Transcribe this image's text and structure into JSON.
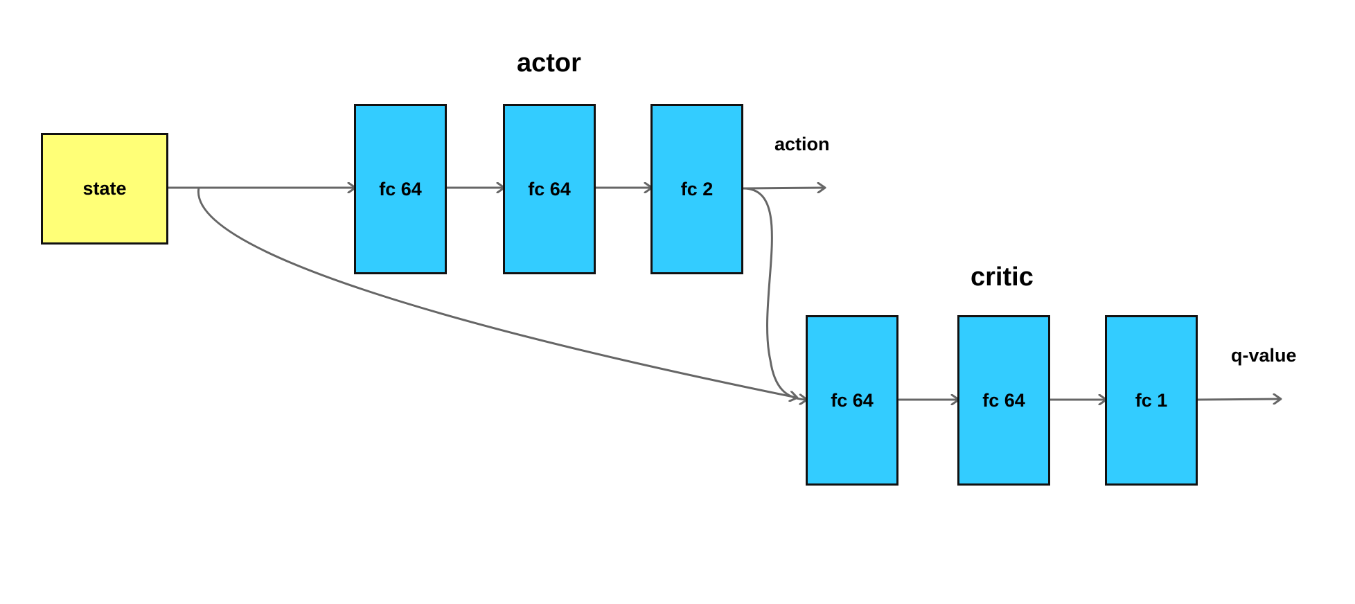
{
  "input": {
    "label": "state",
    "color": "#ffff77"
  },
  "actor": {
    "title": "actor",
    "layers": [
      "fc 64",
      "fc 64",
      "fc 2"
    ],
    "output_label": "action"
  },
  "critic": {
    "title": "critic",
    "layers": [
      "fc 64",
      "fc 64",
      "fc 1"
    ],
    "output_label": "q-value"
  },
  "colors": {
    "layer": "#33ccff",
    "edge": "#666666",
    "border": "#111111"
  }
}
